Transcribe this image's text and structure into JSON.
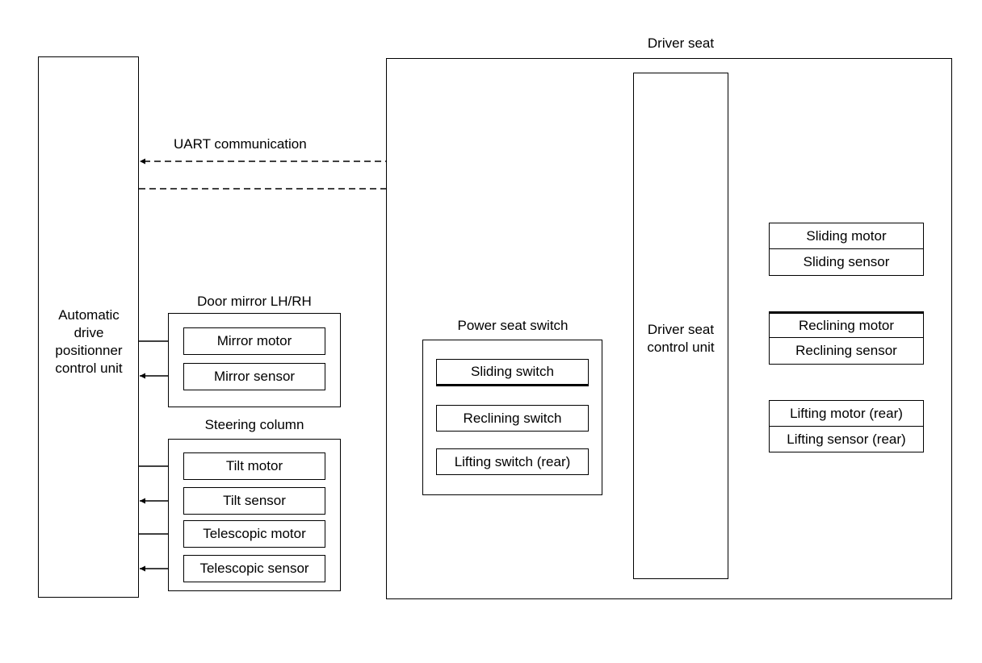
{
  "adp_unit": {
    "line1": "Automatic",
    "line2": "drive",
    "line3": "positionner",
    "line4": "control unit"
  },
  "uart": {
    "label": "UART communication"
  },
  "door_mirror": {
    "title": "Door mirror LH/RH",
    "items": [
      "Mirror motor",
      "Mirror sensor"
    ]
  },
  "steering_column": {
    "title": "Steering column",
    "items": [
      "Tilt motor",
      "Tilt sensor",
      "Telescopic motor",
      "Telescopic sensor"
    ]
  },
  "driver_seat": {
    "title": "Driver seat",
    "control_unit": {
      "line1": "Driver seat",
      "line2": "control unit"
    },
    "power_seat_switch": {
      "title": "Power seat switch",
      "items": [
        "Sliding switch",
        "Reclining switch",
        "Lifting switch (rear)"
      ]
    },
    "outputs": [
      "Sliding motor",
      "Sliding sensor",
      "Reclining motor",
      "Reclining sensor",
      "Lifting motor (rear)",
      "Lifting sensor (rear)"
    ]
  }
}
